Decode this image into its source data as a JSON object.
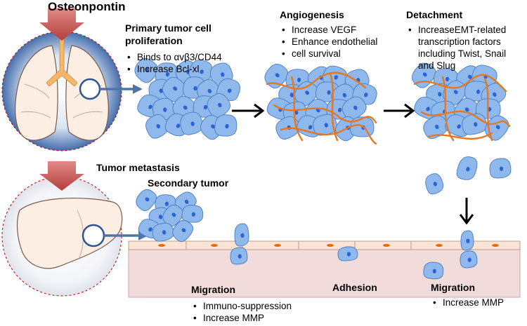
{
  "title": "Osteonpontin",
  "sections": {
    "primary": {
      "heading_line1": "Primary tumor cell",
      "heading_line2": "proliferation",
      "bullets": [
        "Binds to αvβ3/CD44",
        "Increase Bcl-xl"
      ]
    },
    "angiogenesis": {
      "heading": "Angiogenesis",
      "bullets": [
        "Increase VEGF",
        "Enhance endothelial",
        "cell survival"
      ]
    },
    "detachment": {
      "heading": "Detachment",
      "bullets": [
        "IncreaseEMT-related",
        "transcription factors",
        "including Twist, Snail",
        "and Slug"
      ]
    },
    "tumor_metastasis": {
      "label": "Tumor metastasis"
    },
    "secondary": {
      "label": "Secondary tumor"
    },
    "migration_left": {
      "heading": "Migration",
      "bullets": [
        "Immuno-suppression",
        "Increase MMP"
      ]
    },
    "adhesion": {
      "heading": "Adhesion"
    },
    "migration_right": {
      "heading": "Migration",
      "bullets": [
        "Increase MMP"
      ]
    }
  },
  "colors": {
    "cell_fill": "#8fb8ec",
    "cell_stroke": "#4a7cc0",
    "nucleus": "#2a63d6",
    "vessel": "#e8761f",
    "organ_arrow": "#c0504d",
    "connector_arrow": "#4f74a8",
    "tissue": "#f2dcdb",
    "endothelium": "#fbe4d5",
    "endo_nucleus": "#e36c09"
  }
}
